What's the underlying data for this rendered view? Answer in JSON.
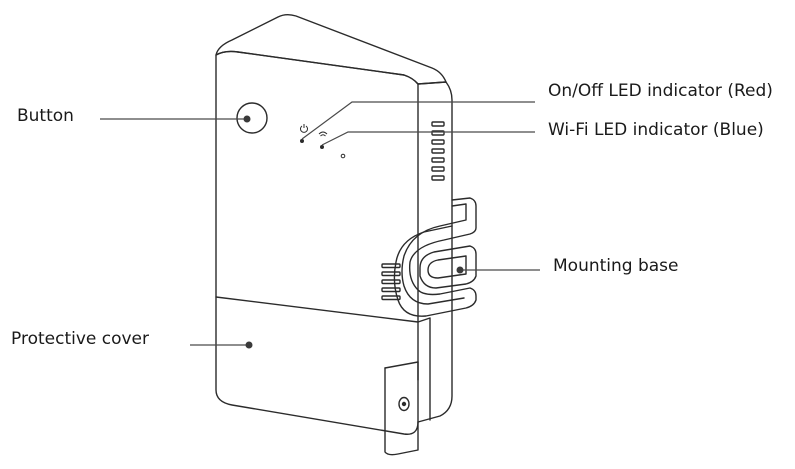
{
  "labels": {
    "button": "Button",
    "onoff_led": "On/Off LED indicator (Red)",
    "wifi_led": "Wi-Fi LED indicator (Blue)",
    "mounting_base": "Mounting base",
    "protective_cover": "Protective cover"
  },
  "icons": {
    "power": "power-icon",
    "wifi": "wifi-icon"
  },
  "colors": {
    "stroke": "#2b2b2b",
    "leader": "#4a4a4a"
  }
}
